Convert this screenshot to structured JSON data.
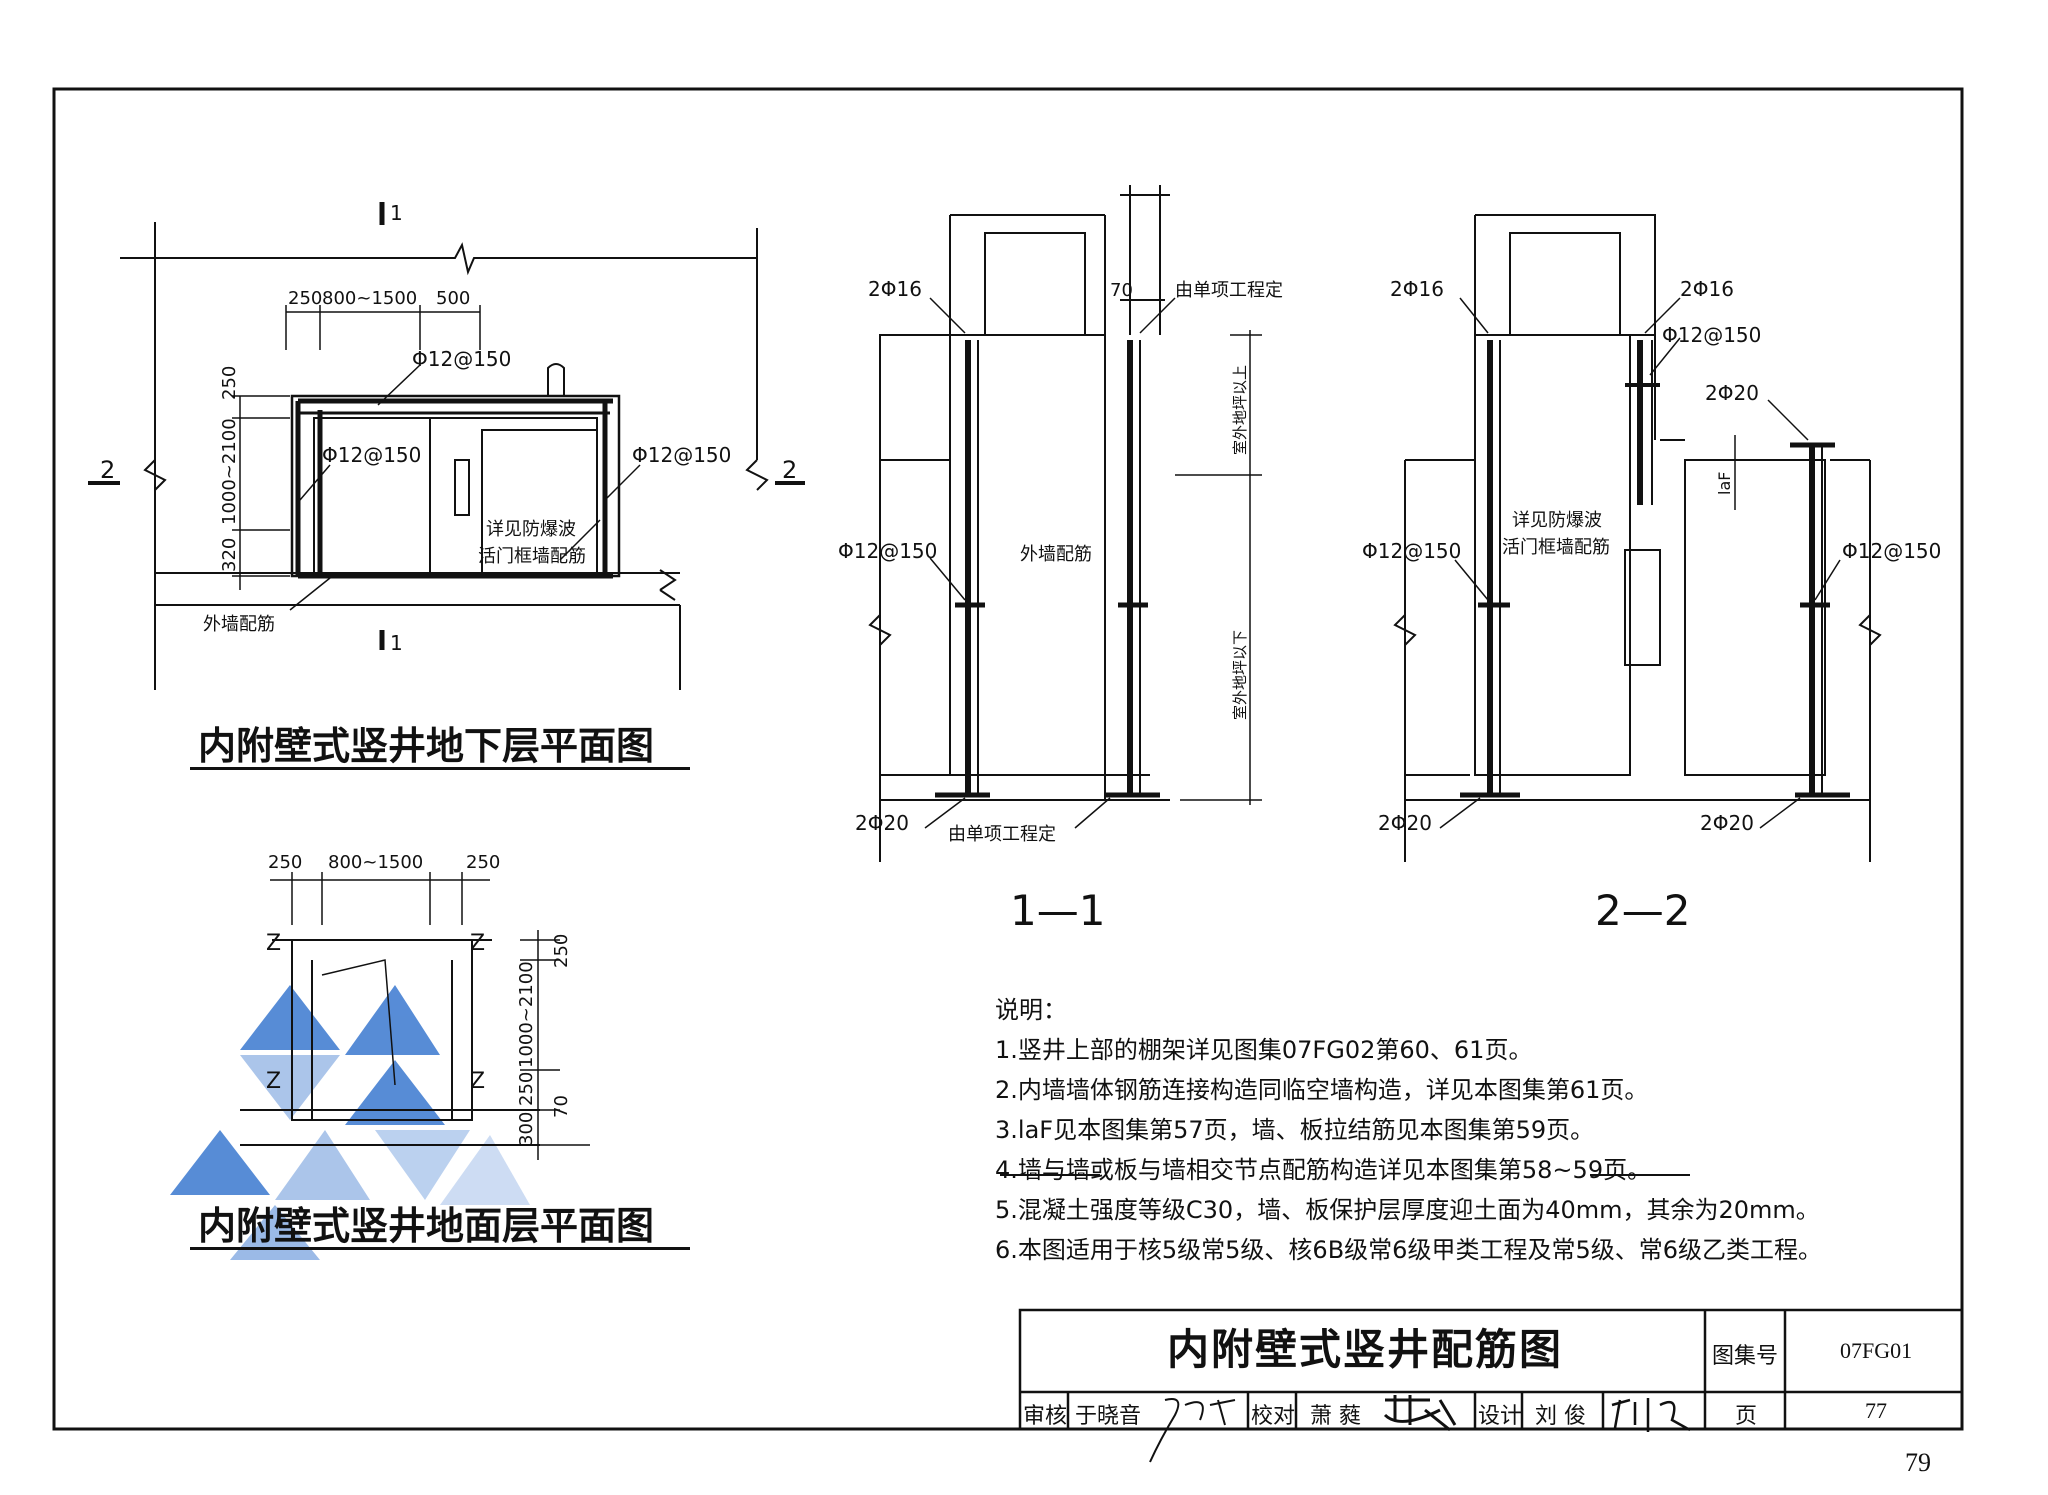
{
  "plan_basement": {
    "title": "内附壁式竖井地下层平面图",
    "section_mark": "1",
    "section_mark2": "2",
    "dim_250": "250",
    "dim_800_1500": "800~1500",
    "dim_500": "500",
    "dim_v_250": "250",
    "dim_v_1000_2100": "1000~2100",
    "dim_v_320": "320",
    "rebar_top": "Φ12@150",
    "rebar_left": "Φ12@150",
    "rebar_right": "Φ12@150",
    "note_door": "详见防爆波",
    "note_door2": "活门框墙配筋",
    "outer_wall": "外墙配筋"
  },
  "plan_ground": {
    "title": "内附壁式竖井地面层平面图",
    "dim_250a": "250",
    "dim_800_1500": "800~1500",
    "dim_250b": "250",
    "dim_v_250": "250",
    "dim_v_1000_2100": "1000~2100",
    "dim_v_250b": "250",
    "dim_v_300": "300",
    "dim_v_70": "70",
    "z": "Z"
  },
  "section_11": {
    "label": "1—1",
    "rebar_tl": "2Φ16",
    "dim_70": "70",
    "note_top": "由单项工程定",
    "rebar_side": "Φ12@150",
    "outer_wall": "外墙配筋",
    "above": "室外地坪以上",
    "below": "室外地坪以下",
    "rebar_bottom": "2Φ20",
    "note_bottom": "由单项工程定"
  },
  "section_22": {
    "label": "2—2",
    "rebar_tl": "2Φ16",
    "rebar_tr": "2Φ16",
    "rebar_mid": "Φ12@150",
    "rebar_20": "2Φ20",
    "laf": "laF",
    "note_door": "详见防爆波",
    "note_door2": "活门框墙配筋",
    "rebar_left": "Φ12@150",
    "rebar_right": "Φ12@150",
    "rebar_bl": "2Φ20",
    "rebar_br": "2Φ20"
  },
  "notes": {
    "heading": "说明：",
    "items": [
      "1.竖井上部的棚架详见图集07FG02第60、61页。",
      "2.内墙墙体钢筋连接构造同临空墙构造，详见本图集第61页。",
      "3.laF见本图集第57页，墙、板拉结筋见本图集第59页。",
      "4.墙与墙或板与墙相交节点配筋构造详见本图集第58~59页。",
      "5.混凝土强度等级C30，墙、板保护层厚度迎土面为40mm，其余为20mm。",
      "6.本图适用于核5级常5级、核6B级常6级甲类工程及常5级、常6级乙类工程。"
    ]
  },
  "titleblock": {
    "title": "内附壁式竖井配筋图",
    "atlas_label": "图集号",
    "atlas_no": "07FG01",
    "page_label": "页",
    "page_no": "77",
    "review_label": "审核",
    "review_name": "于晓音",
    "check_label": "校对",
    "check_name": "萧 蕤",
    "design_label": "设计",
    "design_name": "刘 俊"
  },
  "page_number": "79",
  "colors": {
    "line": "#111111",
    "watermark": "#3a78d0"
  }
}
